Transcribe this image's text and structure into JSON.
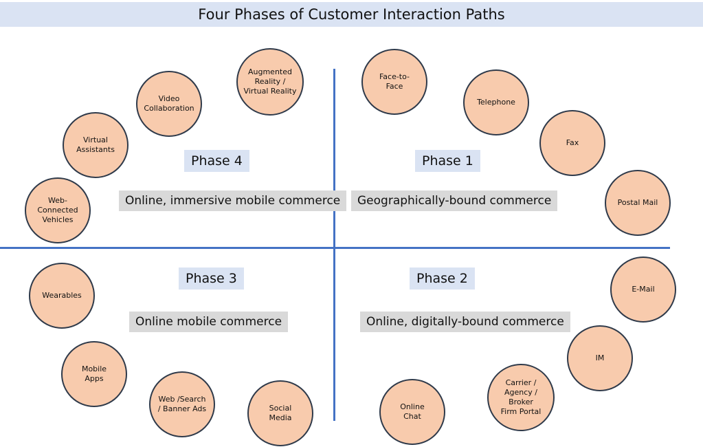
{
  "title": "Four Phases of Customer Interaction Paths",
  "colors": {
    "title_bg": "#dae3f3",
    "axis_line": "#4472c4",
    "node_fill": "#f8cbad",
    "node_border": "#2f3a4a",
    "phase_label_bg": "#dae3f3",
    "description_bg": "#d9d9d9"
  },
  "quadrants": {
    "phase1": {
      "label": "Phase 1",
      "description": "Geographically-bound commerce",
      "nodes": [
        "Face-to-\nFace",
        "Telephone",
        "Fax",
        "Postal Mail"
      ]
    },
    "phase2": {
      "label": "Phase 2",
      "description": "Online, digitally-bound commerce",
      "nodes": [
        "E-Mail",
        "IM",
        "Carrier /\nAgency /\nBroker\nFirm Portal",
        "Online\nChat"
      ]
    },
    "phase3": {
      "label": "Phase 3",
      "description": "Online mobile commerce",
      "nodes": [
        "Wearables",
        "Mobile\nApps",
        "Web /Search\n/ Banner Ads",
        "Social\nMedia"
      ]
    },
    "phase4": {
      "label": "Phase 4",
      "description": "Online, immersive mobile commerce",
      "nodes": [
        "Web-\nConnected\nVehicles",
        "Virtual\nAssistants",
        "Video\nCollaboration",
        "Augmented\nReality /\nVirtual Reality"
      ]
    }
  }
}
